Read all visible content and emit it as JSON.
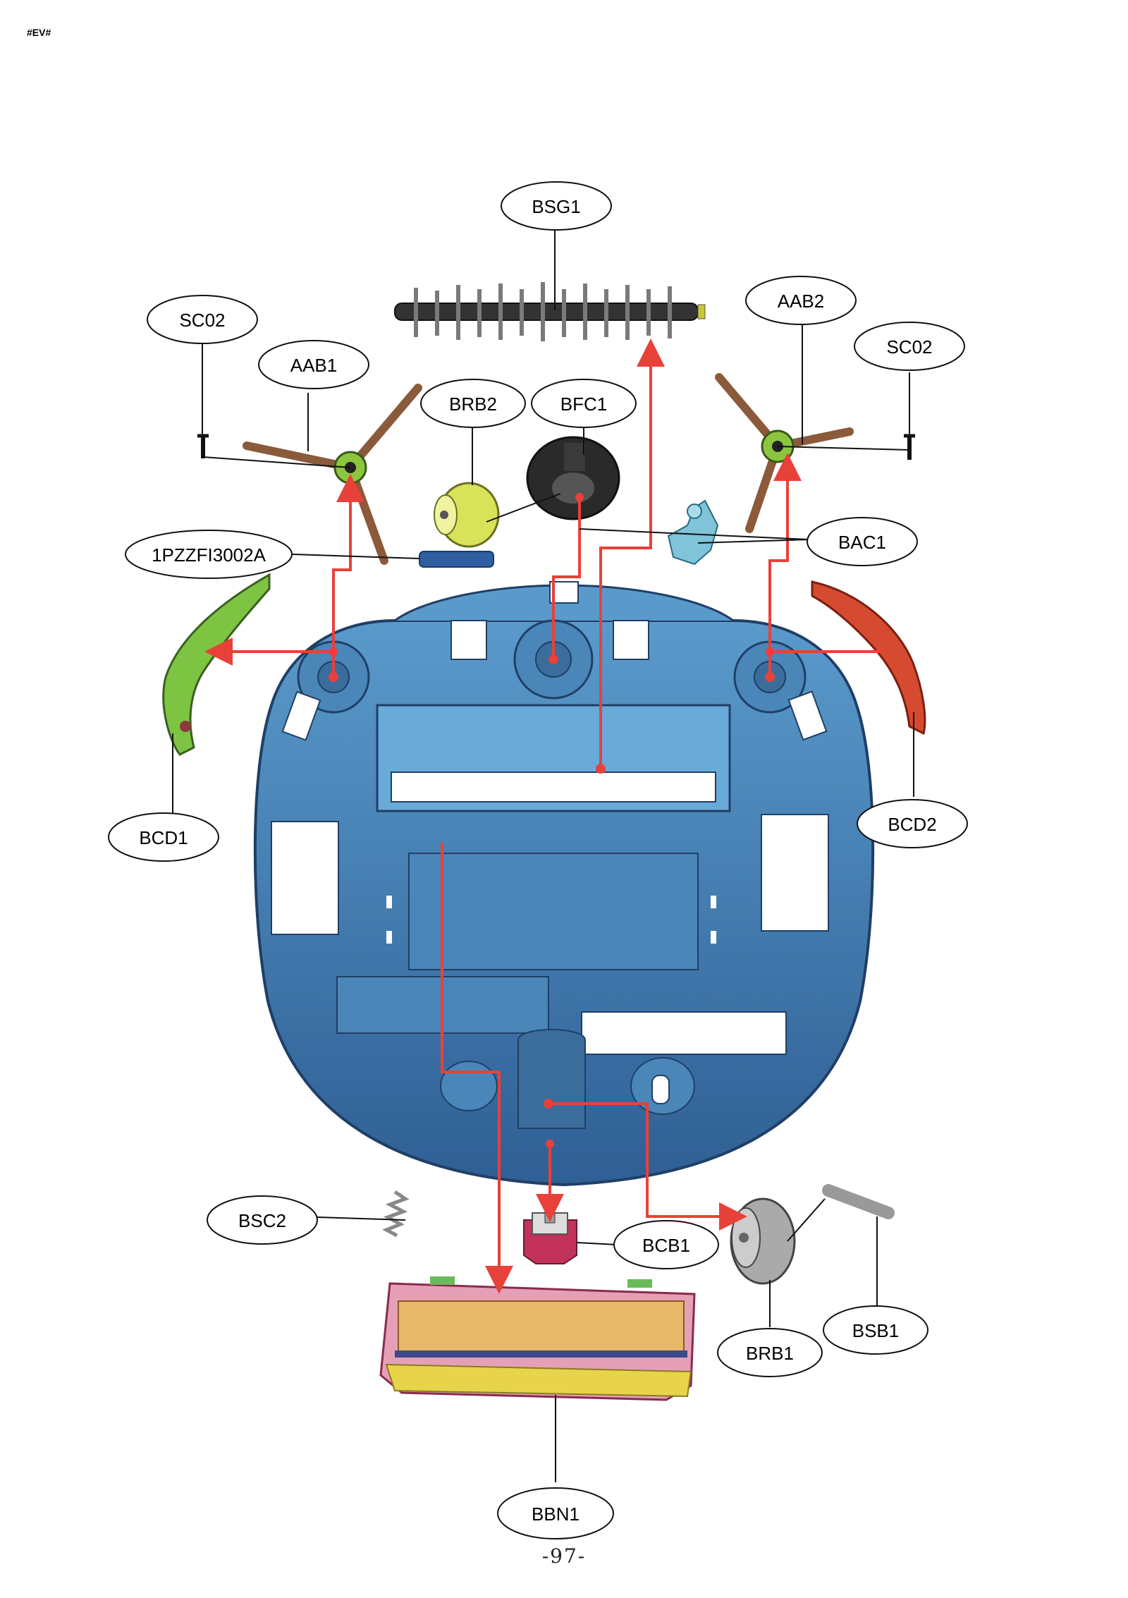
{
  "page": {
    "corner_tag": "#EV#",
    "page_number": "-97-"
  },
  "callouts": {
    "bsg1": "BSG1",
    "aab2": "AAB2",
    "sc02_left": "SC02",
    "sc02_right": "SC02",
    "aab1": "AAB1",
    "brb2": "BRB2",
    "bfc1": "BFC1",
    "bac1": "BAC1",
    "part_1pzzfi3002a": "1PZZFI3002A",
    "bcd1": "BCD1",
    "bcd2": "BCD2",
    "bsc2": "BSC2",
    "bcb1": "BCB1",
    "bsb1": "BSB1",
    "brb1": "BRB1",
    "bbn1": "BBN1"
  },
  "colors": {
    "body_blue": "#4a86b8",
    "body_dark": "#2d5a8a",
    "arrow_red": "#e8413a",
    "brush_green": "#8cc63f",
    "bumper_red": "#d64a32",
    "wheel_yellow": "#d9e35a",
    "dustbin_pink": "#d9749a",
    "dustbin_yellow": "#e8d44a"
  }
}
